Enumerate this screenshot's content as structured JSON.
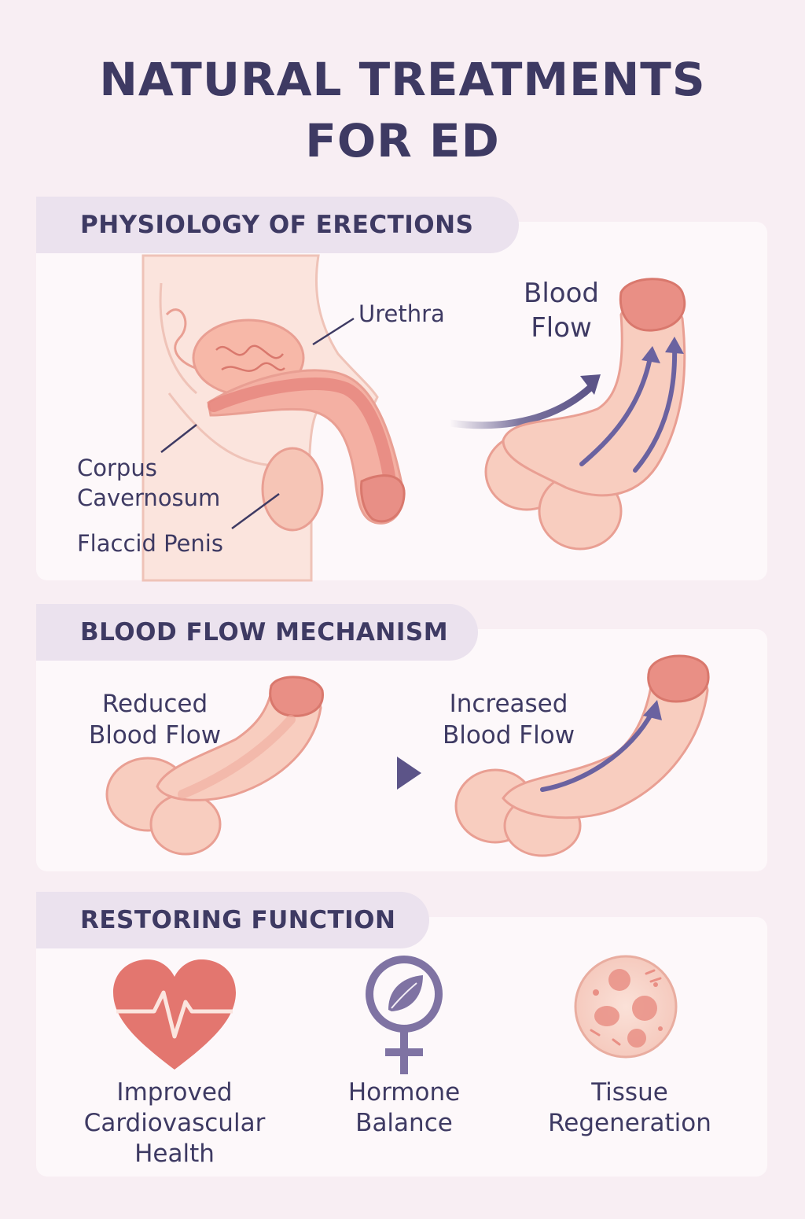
{
  "title": {
    "line1": "NATURAL TREATMENTS",
    "line2": "FOR ED"
  },
  "sections": {
    "physiology": {
      "heading": "PHYSIOLOGY OF ERECTIONS",
      "labels": {
        "urethra": "Urethra",
        "corpus_line1": "Corpus",
        "corpus_line2": "Cavernosum",
        "flaccid": "Flaccid Penis",
        "blood_flow_line1": "Blood",
        "blood_flow_line2": "Flow"
      }
    },
    "mechanism": {
      "heading": "BLOOD FLOW MECHANISM",
      "labels": {
        "reduced_line1": "Reduced",
        "reduced_line2": "Blood Flow",
        "increased_line1": "Increased",
        "increased_line2": "Blood Flow"
      }
    },
    "restoring": {
      "heading": "RESTORING FUNCTION",
      "items": [
        {
          "icon": "heart-pulse-icon",
          "lines": [
            "Improved",
            "Cardiovascular",
            "Health"
          ]
        },
        {
          "icon": "female-leaf-icon",
          "lines": [
            "Hormone",
            "Balance"
          ]
        },
        {
          "icon": "tissue-cells-icon",
          "lines": [
            "Tissue",
            "Regeneration"
          ]
        }
      ]
    }
  },
  "colors": {
    "navy": "#3e3a63",
    "tab": "#ebe2ee",
    "skin": "#f8cdbf",
    "skin_dark": "#e99f93",
    "tissue": "#e5837b",
    "arrow": "#5c5488",
    "icon_purple": "#7f73a3",
    "heart": "#e3766f"
  }
}
